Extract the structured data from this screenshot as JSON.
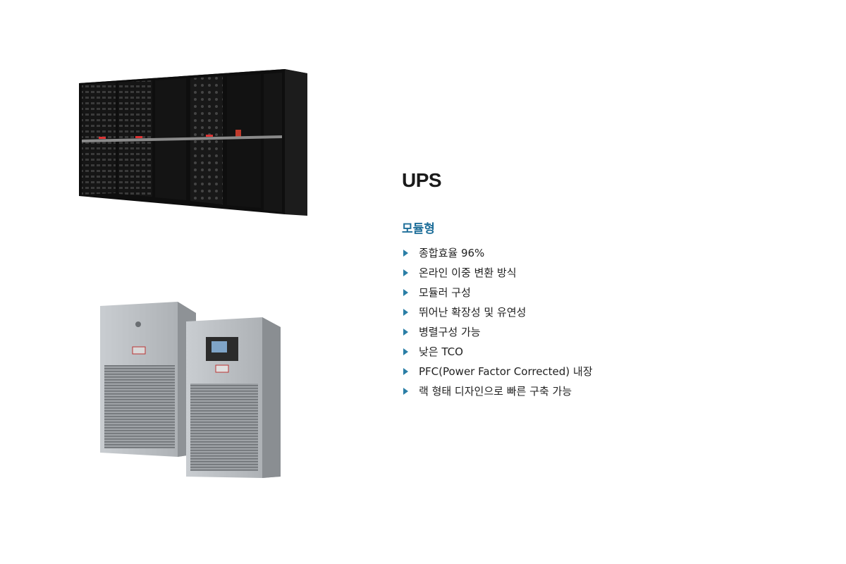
{
  "product": {
    "title": "UPS",
    "subtitle": "모듈형",
    "features": [
      "종합효율 96%",
      "온라인 이중 변환 방식",
      "모듈러 구성",
      "뛰어난 확장성 및 유연성",
      "병렬구성 가능",
      "낮은 TCO",
      "PFC(Power Factor Corrected) 내장",
      "랙 형태 디자인으로 빠른 구축 가능"
    ]
  },
  "colors": {
    "subtitle": "#1f6f9a",
    "bullet": "#2a7ea6",
    "rack_body": "#111111",
    "tower_body": "#b8bcc0"
  },
  "icons": [
    "triangle-bullet-icon"
  ]
}
